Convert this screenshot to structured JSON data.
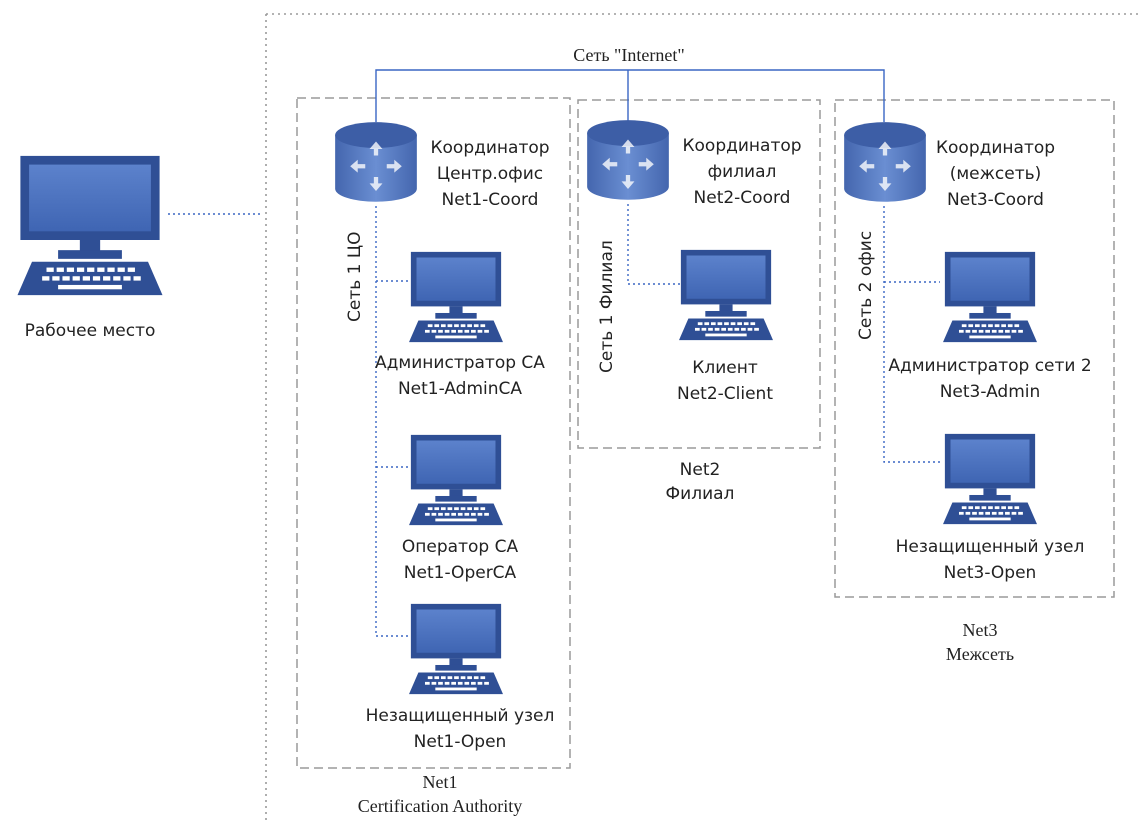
{
  "internet_label": "Сеть \"Internet\"",
  "workstation": {
    "label": "Рабочее место"
  },
  "net1": {
    "caption_name": "Net1",
    "caption_desc": "Certification Authority",
    "subnet_label": "Сеть 1 ЦО",
    "coordinator": {
      "line1": "Координатор",
      "line2": "Центр.офис",
      "line3": "Net1-Coord"
    },
    "nodes": [
      {
        "role": "Администратор CA",
        "name": "Net1-AdminCA"
      },
      {
        "role": "Оператор CA",
        "name": "Net1-OperCA"
      },
      {
        "role": "Незащищенный узел",
        "name": "Net1-Open"
      }
    ]
  },
  "net2": {
    "caption_name": "Net2",
    "caption_desc": "Филиал",
    "subnet_label": "Сеть 1 Филиал",
    "coordinator": {
      "line1": "Координатор",
      "line2": "филиал",
      "line3": "Net2-Coord"
    },
    "nodes": [
      {
        "role": "Клиент",
        "name": "Net2-Client"
      }
    ]
  },
  "net3": {
    "caption_name": "Net3",
    "caption_desc": "Межсеть",
    "subnet_label": "Сеть 2 офис",
    "coordinator": {
      "line1": "Координатор",
      "line2": "(межсеть)",
      "line3": "Net3-Coord"
    },
    "nodes": [
      {
        "role": "Администратор сети 2",
        "name": "Net3-Admin"
      },
      {
        "role": "Незащищенный узел",
        "name": "Net3-Open"
      }
    ]
  },
  "colors": {
    "device": "#4a6fbd",
    "device_dark": "#2f4f95",
    "router": "#5b7fc6",
    "link": "#3a66c4",
    "frame": "#9a9a9a"
  }
}
